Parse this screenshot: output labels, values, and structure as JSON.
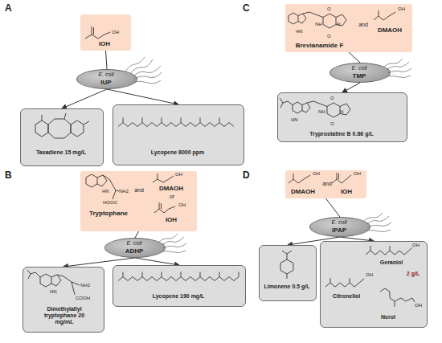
{
  "diagram": {
    "nodes": [
      {
        "text": [
          "IOH"
        ]
      },
      {
        "text": [
          "E. coli",
          "IUP"
        ]
      },
      {
        "text": [
          "Taxadiene 15 mg/L"
        ]
      },
      {
        "text": [
          "Lycopene 8000 ppm"
        ]
      },
      {
        "text": [
          "Tryptophane",
          "and",
          "DMAOH",
          "or",
          "IOH"
        ]
      },
      {
        "text": [
          "E. coli",
          "ADHP"
        ]
      },
      {
        "text": [
          "Dimethylallyl tryptophane 20 mg/mL"
        ]
      },
      {
        "text": [
          "Lycopene 190 mg/L"
        ]
      },
      {
        "text": [
          "Brevianamide F",
          "and",
          "DMAOH"
        ]
      },
      {
        "text": [
          "E. coli",
          "TMP"
        ]
      },
      {
        "text": [
          "Tryprostatine B 0.86 g/L"
        ]
      },
      {
        "text": [
          "DMAOH",
          "and",
          "IOH"
        ]
      },
      {
        "text": [
          "E. coli",
          "IPAP"
        ]
      },
      {
        "text": [
          "Limonene 0.5 g/L"
        ]
      },
      {
        "text": [
          "Geraniol",
          "2 g/L",
          "Citronellol",
          "Nerol"
        ]
      }
    ],
    "edges": [
      {
        "from": 0,
        "to": 1,
        "arrow": "none"
      },
      {
        "from": 1,
        "to": 2,
        "arrow": "to"
      },
      {
        "from": 1,
        "to": 3,
        "arrow": "to"
      },
      {
        "from": 4,
        "to": 5,
        "arrow": "none"
      },
      {
        "from": 5,
        "to": 6,
        "arrow": "to"
      },
      {
        "from": 5,
        "to": 7,
        "arrow": "to"
      },
      {
        "from": 8,
        "to": 9,
        "arrow": "none"
      },
      {
        "from": 9,
        "to": 10,
        "arrow": "to"
      },
      {
        "from": 11,
        "to": 12,
        "arrow": "none"
      },
      {
        "from": 12,
        "to": 13,
        "arrow": "to"
      },
      {
        "from": 12,
        "to": 14,
        "arrow": "to"
      }
    ],
    "labels": [
      "A",
      "B",
      "C",
      "D",
      "OH",
      "HN",
      "NH2",
      "HOOC",
      "OH",
      "OH",
      "HN",
      "NH2",
      "COOH",
      "HN",
      "O",
      "NH",
      "N",
      "O",
      "OH",
      "HN",
      "O",
      "NH",
      "N",
      "O",
      "OH",
      "OH",
      "OH",
      "OH",
      "OH"
    ]
  }
}
